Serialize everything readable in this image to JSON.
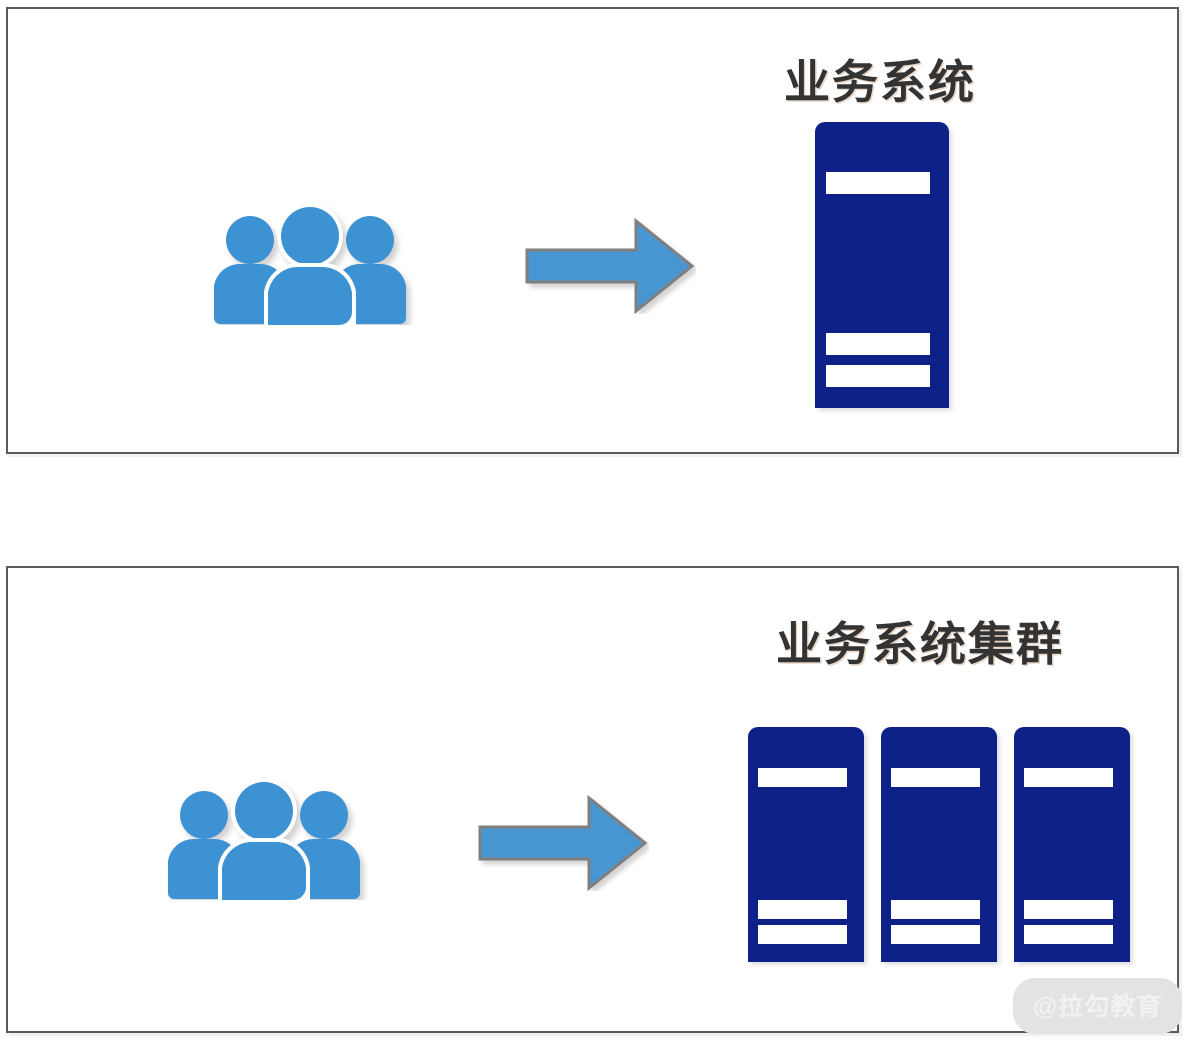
{
  "diagram": {
    "title": "",
    "panels": [
      {
        "id": "single-server",
        "title": "业务系统",
        "actor": {
          "icon": "people-group-icon",
          "label": ""
        },
        "connector": {
          "icon": "right-arrow-icon",
          "direction": "right"
        },
        "servers": [
          {
            "icon": "server-icon",
            "bars": 3
          }
        ]
      },
      {
        "id": "server-cluster",
        "title": "业务系统集群",
        "actor": {
          "icon": "people-group-icon",
          "label": ""
        },
        "connector": {
          "icon": "right-arrow-icon",
          "direction": "right"
        },
        "servers": [
          {
            "icon": "server-icon",
            "bars": 3
          },
          {
            "icon": "server-icon",
            "bars": 3
          },
          {
            "icon": "server-icon",
            "bars": 3
          }
        ]
      }
    ]
  },
  "watermark": {
    "text": "@拉勾教育"
  },
  "colors": {
    "server_navy": "#0d2189",
    "icon_blue": "#3c92d4",
    "arrow_fill": "#4a97d2",
    "arrow_stroke": "#7f7f7f",
    "panel_border": "#5a5a5a",
    "title_text": "#333333",
    "watermark_bg": "#e3e3e3",
    "watermark_text": "#f2f2f2",
    "background": "#ffffff"
  }
}
